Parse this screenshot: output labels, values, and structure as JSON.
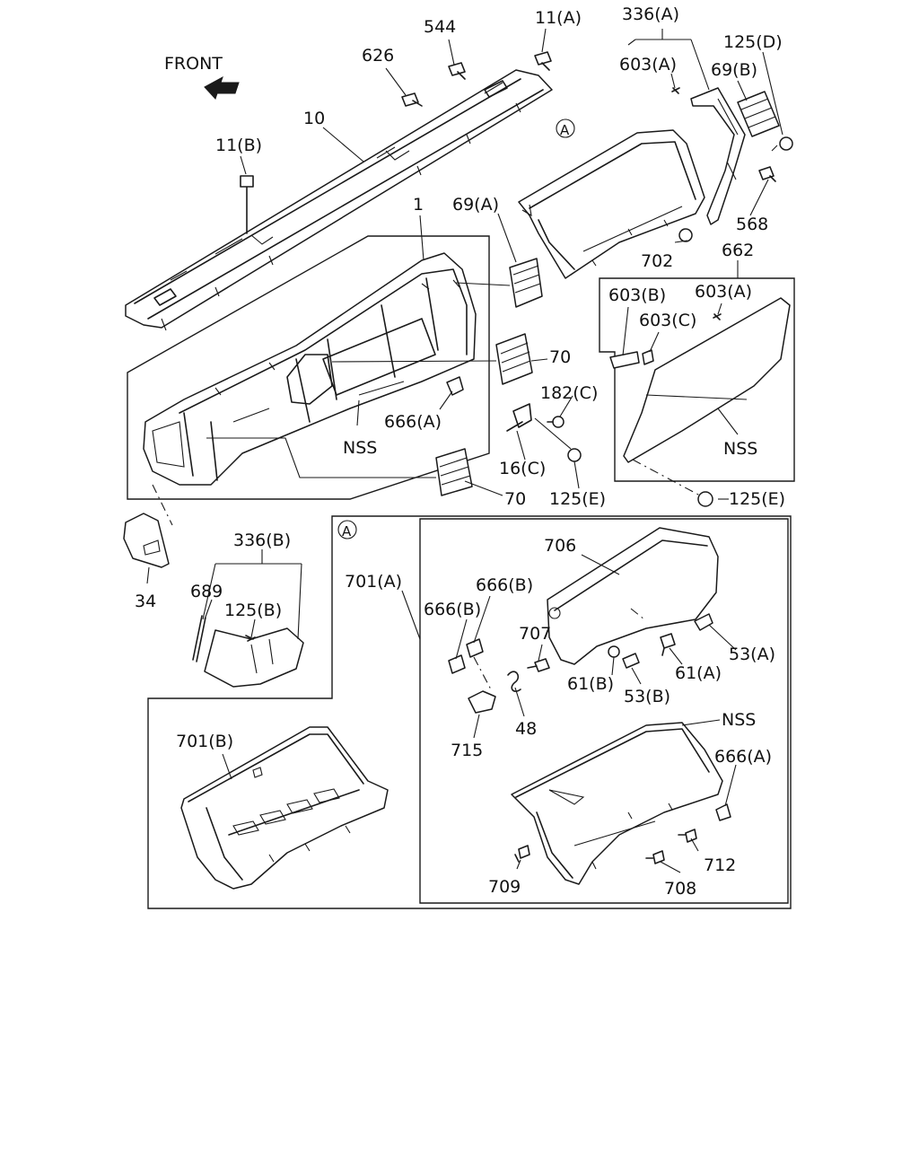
{
  "front_label": "FRONT",
  "callout_a": "A",
  "labels": {
    "p544": "544",
    "p11a": "11(A)",
    "p336a": "336(A)",
    "p125d": "125(D)",
    "p626": "626",
    "p603a_top": "603(A)",
    "p69b": "69(B)",
    "p10": "10",
    "p11b": "11(B)",
    "p1": "1",
    "p69a": "69(A)",
    "p568": "568",
    "p662": "662",
    "p702": "702",
    "p603b": "603(B)",
    "p603a_right": "603(A)",
    "p603c": "603(C)",
    "p70_upper": "70",
    "p182c": "182(C)",
    "p666a_left": "666(A)",
    "nss_left": "NSS",
    "nss_right": "NSS",
    "p16c": "16(C)",
    "p125e_mid": "125(E)",
    "p70_lower": "70",
    "p125e_right": "125(E)",
    "p336b": "336(B)",
    "p689": "689",
    "p125b": "125(B)",
    "p34": "34",
    "p706": "706",
    "p701a": "701(A)",
    "p666b_right": "666(B)",
    "p666b_left": "666(B)",
    "p707": "707",
    "p53a": "53(A)",
    "p61a": "61(A)",
    "p61b": "61(B)",
    "p53b": "53(B)",
    "p48": "48",
    "p715": "715",
    "nss_box": "NSS",
    "p701b": "701(B)",
    "p666a_box": "666(A)",
    "p712": "712",
    "p709": "709",
    "p708": "708"
  }
}
